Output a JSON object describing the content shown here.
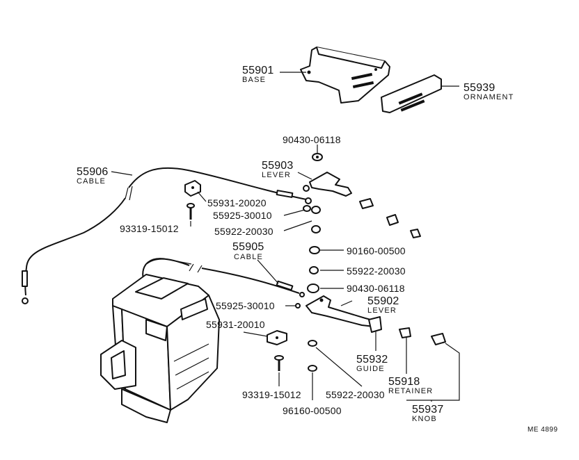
{
  "labels": {
    "base_num": "55901",
    "base_name": "BASE",
    "ornament_num": "55939",
    "ornament_name": "ORNAMENT",
    "washer_top": "90430-06118",
    "lever_top_num": "55903",
    "lever_top_name": "LEVER",
    "cable_top_num": "55906",
    "cable_top_name": "CABLE",
    "clamp_top": "55931-20020",
    "clip_top": "55925-30010",
    "nut_a": "55922-20030",
    "screw_top": "93319-15012",
    "cable_bot_num": "55905",
    "cable_bot_name": "CABLE",
    "nut_b": "90160-00500",
    "nut_c": "55922-20030",
    "washer_bot": "90430-06118",
    "lever_bot_num": "55902",
    "lever_bot_name": "LEVER",
    "clip_bot": "55925-30010",
    "clamp_bot": "55931-20010",
    "guide_num": "55932",
    "guide_name": "GUIDE",
    "retainer_num": "55918",
    "retainer_name": "RETAINER",
    "screw_bot": "93319-15012",
    "nut_d": "55922-20030",
    "nut_e": "96160-00500",
    "knob_num": "55937",
    "knob_name": "KNOB",
    "drawing_ref": "ME 4899"
  }
}
